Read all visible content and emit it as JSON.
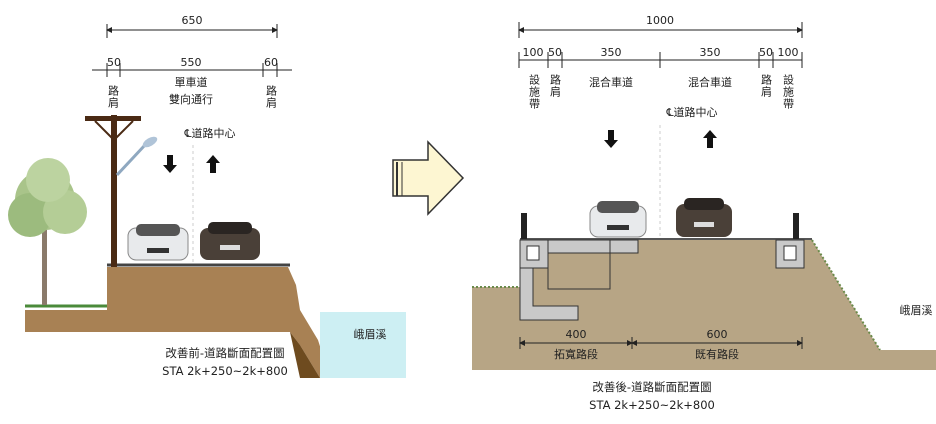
{
  "before": {
    "total_width": "650",
    "segments": [
      "50",
      "550",
      "60"
    ],
    "left_shoulder": "路肩",
    "right_shoulder": "路肩",
    "lane_label_1": "單車道",
    "lane_label_2": "雙向通行",
    "centerline": "℄道路中心",
    "river": "峨眉溪",
    "caption": "改善前-道路斷面配置圖",
    "station": "STA 2k+250~2k+800"
  },
  "after": {
    "total_width": "1000",
    "segments": [
      "100",
      "50",
      "350",
      "350",
      "50",
      "100"
    ],
    "facility_left": "設施帶",
    "shoulder_left": "路肩",
    "lane_left": "混合車道",
    "lane_right": "混合車道",
    "shoulder_right": "路肩",
    "facility_right": "設施帶",
    "centerline": "℄道路中心",
    "widened_width": "400",
    "widened_label": "拓寬路段",
    "existing_width": "600",
    "existing_label": "既有路段",
    "river": "峨眉溪",
    "caption": "改善後-道路斷面配置圖",
    "station": "STA 2k+250~2k+800"
  },
  "colors": {
    "earth_before": "#9c7440",
    "earth_after": "#b7a585",
    "water": "#cdeff3",
    "arrow_fill": "#fdf6d2"
  }
}
